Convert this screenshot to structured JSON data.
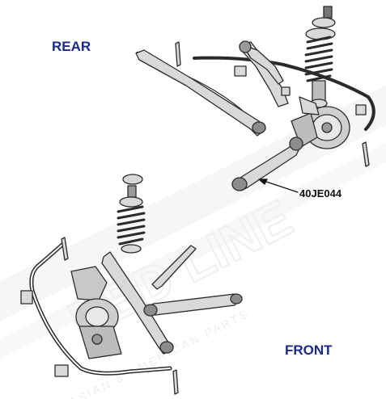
{
  "labels": {
    "rear": "REAR",
    "front": "FRONT",
    "part_code": "40JE044"
  },
  "watermark": {
    "brand": "RED LINE",
    "tagline": "ASIAN & AMERICAN PARTS"
  },
  "colors": {
    "label_blue": "#1b2a8a",
    "part_stroke": "#2b2b2b",
    "part_fill": "#d9d9d9",
    "watermark_gray": "#e9e9e9"
  }
}
